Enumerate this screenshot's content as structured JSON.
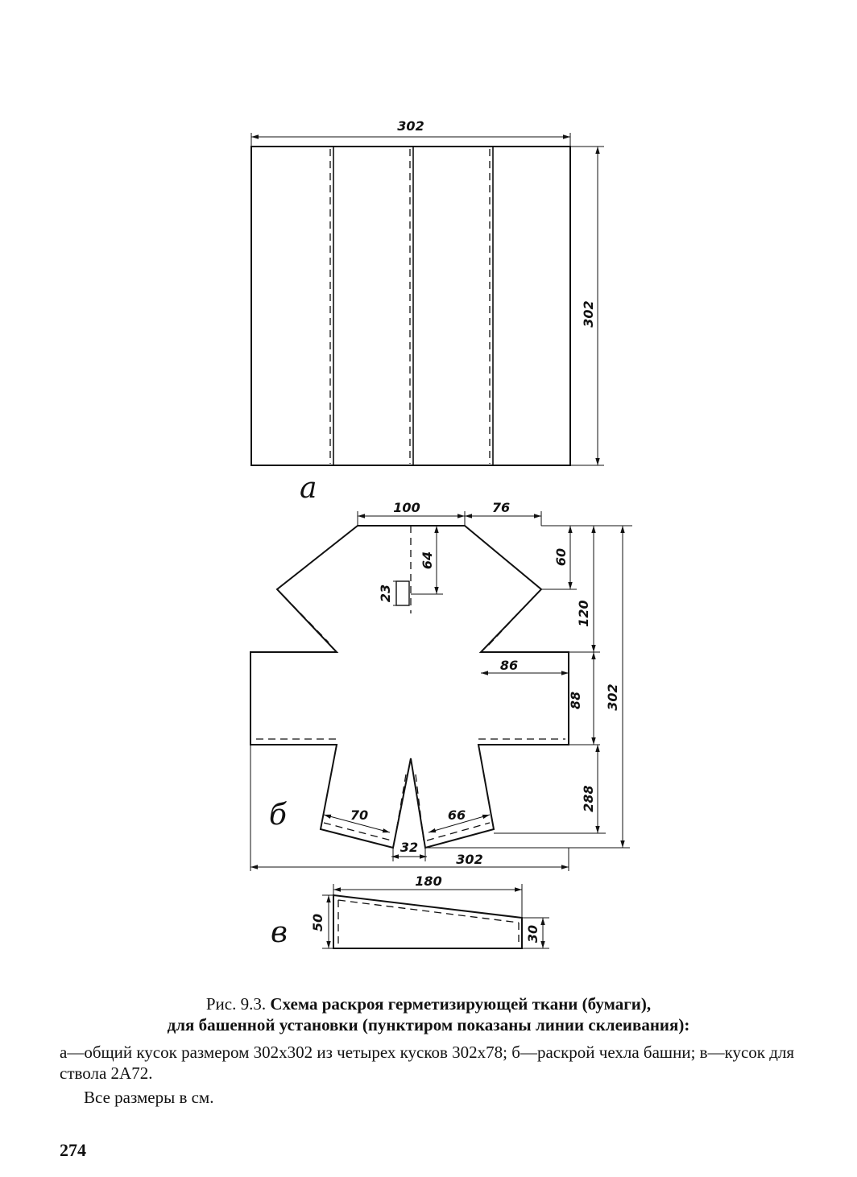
{
  "figure": {
    "panel_a": {
      "letter": "а",
      "width_label": "302",
      "height_label": "302"
    },
    "panel_b": {
      "letter": "б",
      "dims": {
        "top_left": "100",
        "top_right": "76",
        "v64": "64",
        "v23": "23",
        "v60": "60",
        "v120": "120",
        "v302": "302",
        "h86": "86",
        "v88": "88",
        "v288": "288",
        "h70": "70",
        "h66": "66",
        "h32": "32",
        "bottom_302": "302",
        "bottom_180": "180"
      }
    },
    "panel_c": {
      "letter": "в",
      "v50": "50",
      "v30": "30"
    }
  },
  "caption": {
    "number": "Рис. 9.3.",
    "title_line1": "Схема раскроя герметизирующей ткани (бумаги),",
    "title_line2": "для башенной установки (пунктиром показаны линии склеивания):",
    "description": "а—общий кусок размером 302х302 из четырех кусков 302х78; б—раскрой чехла башни; в—кусок для ствола 2А72.",
    "units_note": "Все размеры в см."
  },
  "page_number": "274"
}
